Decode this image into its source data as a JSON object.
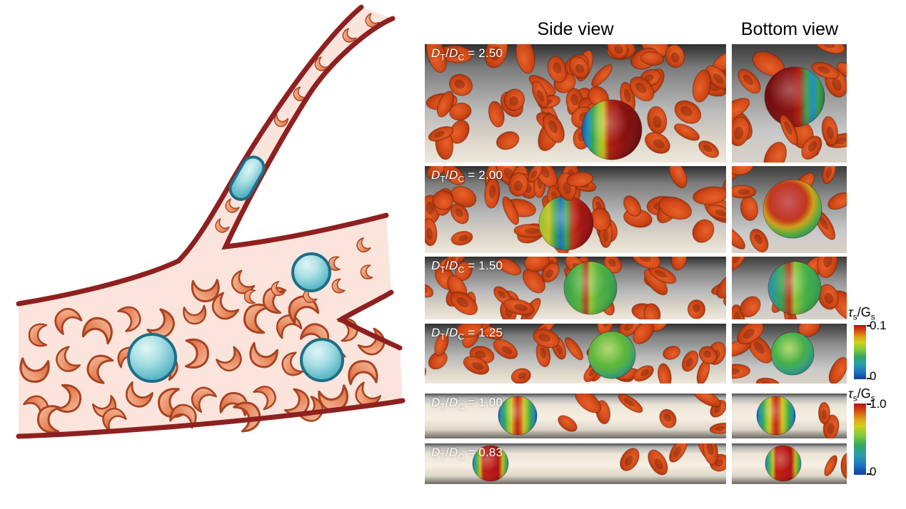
{
  "headers": {
    "side_view": "Side view",
    "bottom_view": "Bottom view"
  },
  "ratio_label": {
    "numerator": "D",
    "numerator_sub": "T",
    "slash": "/",
    "denominator": "D",
    "denominator_sub": "C",
    "equals": " = "
  },
  "rows": [
    {
      "value": "2.50"
    },
    {
      "value": "2.00"
    },
    {
      "value": "1.50"
    },
    {
      "value": "1.25"
    },
    {
      "value": "1.00"
    },
    {
      "value": "0.83"
    }
  ],
  "colorbars": [
    {
      "label": {
        "tau": "τ",
        "tau_sub": "s",
        "over": "/G",
        "g_sub": "s"
      },
      "tick_top": "0.1",
      "tick_bottom": "0"
    },
    {
      "label": {
        "tau": "τ",
        "tau_sub": "s",
        "over": "/G",
        "g_sub": "s"
      },
      "tick_top": "1.0",
      "tick_bottom": "0"
    }
  ],
  "palette": {
    "vessel_wall": "#8e2020",
    "vessel_lumen": "#fbe4dc",
    "rbc_schematic_fill": "#e88b60",
    "rbc_schematic_outline": "#a84322",
    "tumor_cell_fill": "#7cc7d2",
    "tumor_cell_outline": "#1d6e86",
    "rbc_render": "#cf4716",
    "colormap": [
      "#b51010",
      "#d44a12",
      "#e0a21a",
      "#cfd01f",
      "#7cc93e",
      "#35a85c",
      "#27a0ae",
      "#1d6fc0",
      "#123f9e"
    ]
  }
}
